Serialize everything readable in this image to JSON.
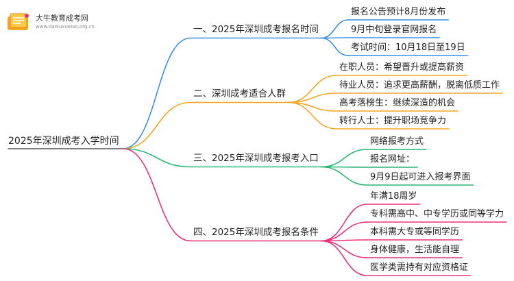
{
  "logo": {
    "name": "大牛教育成考网",
    "url": "www.daniuxueiao.org.cn"
  },
  "root": {
    "label": "2025年深圳成考入学时间"
  },
  "colors": {
    "blue": "#3a8ee6",
    "orange": "#f5a623",
    "green": "#2bb673",
    "pink": "#e8317a"
  },
  "branches": [
    {
      "label": "一、2025年深圳成考报名时间",
      "color": "blue",
      "leaves": [
        "报名公告预计8月份发布",
        "9月中旬登录官网报名",
        "考试时间：10月18日至19日"
      ]
    },
    {
      "label": "二、深圳成考适合人群",
      "color": "orange",
      "leaves": [
        "在职人员：希望晋升或提高薪资",
        "待业人员：追求更高薪酬，脱离低质工作",
        "高考落榜生：继续深造的机会",
        "转行人士：提升职场竞争力"
      ]
    },
    {
      "label": "三、2025年深圳成考报考入口",
      "color": "green",
      "leaves": [
        "网络报考方式",
        "报名网址：",
        "9月9日起可进入报考界面"
      ]
    },
    {
      "label": "四、2025年深圳成考报名条件",
      "color": "pink",
      "leaves": [
        "年满18周岁",
        "专科需高中、中专学历或同等学力",
        "本科需大专或等同学历",
        "身体健康，生活能自理",
        "医学类需持有对应资格证"
      ]
    }
  ]
}
